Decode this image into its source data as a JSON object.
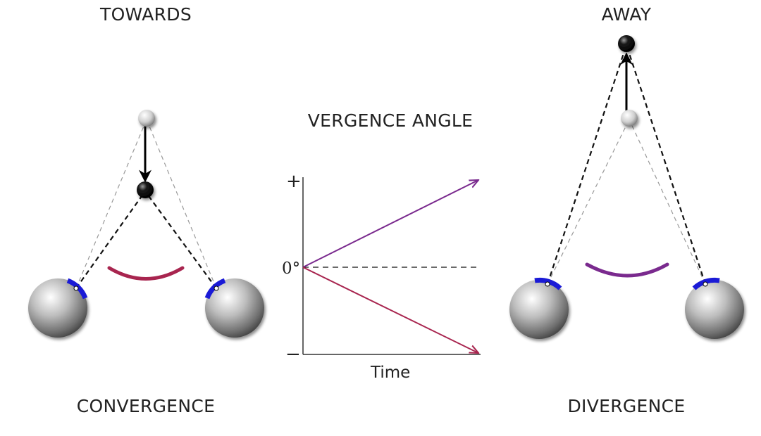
{
  "labels": {
    "towards": "TOWARDS",
    "away": "AWAY",
    "vergence_angle": "VERGENCE ANGLE",
    "convergence": "CONVERGENCE",
    "divergence": "DIVERGENCE"
  },
  "graph": {
    "plus_tick": "+",
    "minus_tick": "−",
    "zero_label": "0°",
    "x_label": "Time"
  },
  "colors": {
    "convergence": "#a8254f",
    "divergence": "#7a2a8e",
    "pupil": "#1a1ad6"
  }
}
